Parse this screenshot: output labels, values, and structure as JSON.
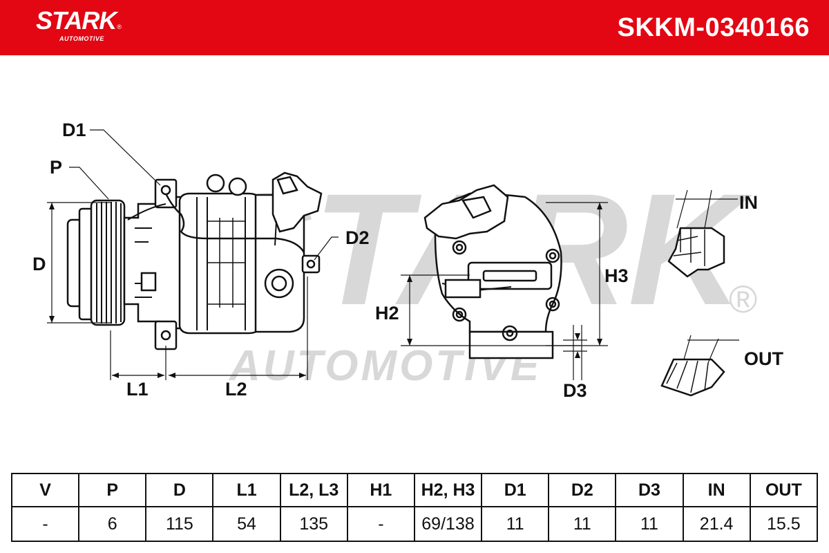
{
  "brand": {
    "name": "STARK",
    "registered": "®",
    "subtitle": "AUTOMOTIVE"
  },
  "part_number": "SKKM-0340166",
  "colors": {
    "header": "#e30613",
    "ink": "#111111",
    "watermark": "#d8d8d8"
  },
  "watermark": {
    "text": "STARK",
    "sub": "AUTOMOTIVE",
    "registered": "®"
  },
  "drawing_labels": {
    "d1": "D1",
    "p": "P",
    "d": "D",
    "d2": "D2",
    "l1": "L1",
    "l2": "L2",
    "h2": "H2",
    "h3": "H3",
    "d3": "D3",
    "in": "IN",
    "out": "OUT"
  },
  "table": {
    "headers": [
      "V",
      "P",
      "D",
      "L1",
      "L2, L3",
      "H1",
      "H2, H3",
      "D1",
      "D2",
      "D3",
      "IN",
      "OUT"
    ],
    "values": [
      "-",
      "6",
      "115",
      "54",
      "135",
      "-",
      "69/138",
      "11",
      "11",
      "11",
      "21.4",
      "15.5"
    ]
  }
}
